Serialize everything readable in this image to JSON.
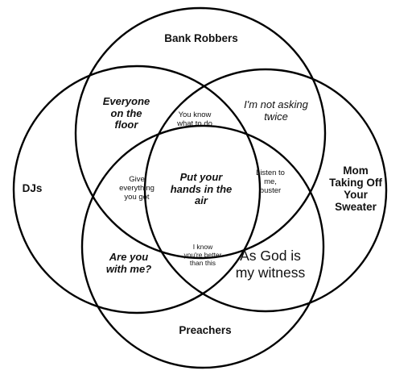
{
  "sets": {
    "top": "Bank Robbers",
    "left": "DJs",
    "right": "Mom\nTaking Off\nYour\nSweater",
    "bottom": "Preachers"
  },
  "regions": {
    "top_left": "Everyone\non the\nfloor",
    "top_right": "I'm not asking\ntwice",
    "top_center": "You know\nwhat to do",
    "center": "Put your\nhands in the\nair",
    "left_center": "Give\neverything\nyou got",
    "right_center": "Listen to\nme,\nbuster",
    "bottom_left": "Are you\nwith me?",
    "bottom_center": "I know\nyou're better\nthan this",
    "bottom_right": "As God is\nmy witness"
  },
  "colors": {
    "stroke": "#000000",
    "background": "#ffffff",
    "text": "#111111"
  }
}
